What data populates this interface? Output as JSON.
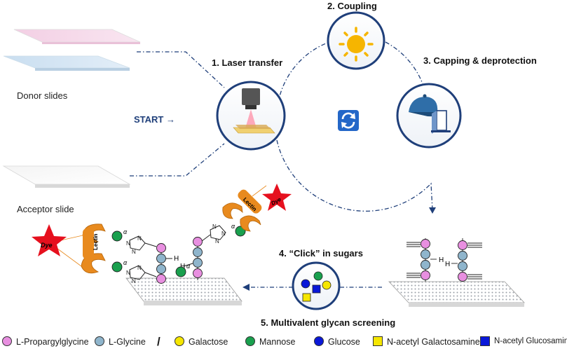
{
  "labels": {
    "donor_slides": "Donor slides",
    "acceptor_slide": "Acceptor slide",
    "start": "START →",
    "step1": "1.   Laser transfer",
    "step2": "2. Coupling",
    "step3": "3. Capping & deprotection",
    "step4": "4. “Click” in sugars",
    "step5": "5. Multivalent glycan screening",
    "dye": "Dye",
    "lectin": "Lectin",
    "alpha": "α",
    "h": "H"
  },
  "legend": [
    {
      "shape": "circle",
      "color": "#e88fe0",
      "label": "L-Propargylglycine"
    },
    {
      "shape": "circle",
      "color": "#8fb5cc",
      "label": "L-Glycine"
    },
    {
      "shape": "sep",
      "label": "/"
    },
    {
      "shape": "circle",
      "color": "#f5e600",
      "label": "Galactose"
    },
    {
      "shape": "circle",
      "color": "#19a04e",
      "label": "Mannose"
    },
    {
      "shape": "circle",
      "color": "#0a18d8",
      "label": "Glucose"
    },
    {
      "shape": "square",
      "color": "#f5e600",
      "label": "N-acetyl Galactosamine"
    },
    {
      "shape": "square",
      "color": "#0a18d8",
      "label": "N-acetyl Glucosamine"
    }
  ],
  "colors": {
    "accent_dark": "#1f3f7a",
    "sun": "#f6b500",
    "slide_pink": "#f6d7ea",
    "slide_blue": "#d5e7f4",
    "cycle_icon": "#2467c8",
    "dye_red": "#e6101e",
    "lectin_orange": "#e88a1e"
  },
  "icons": [
    "sun-icon",
    "cap-and-door-icon",
    "cycle-icon",
    "laser-icon"
  ]
}
